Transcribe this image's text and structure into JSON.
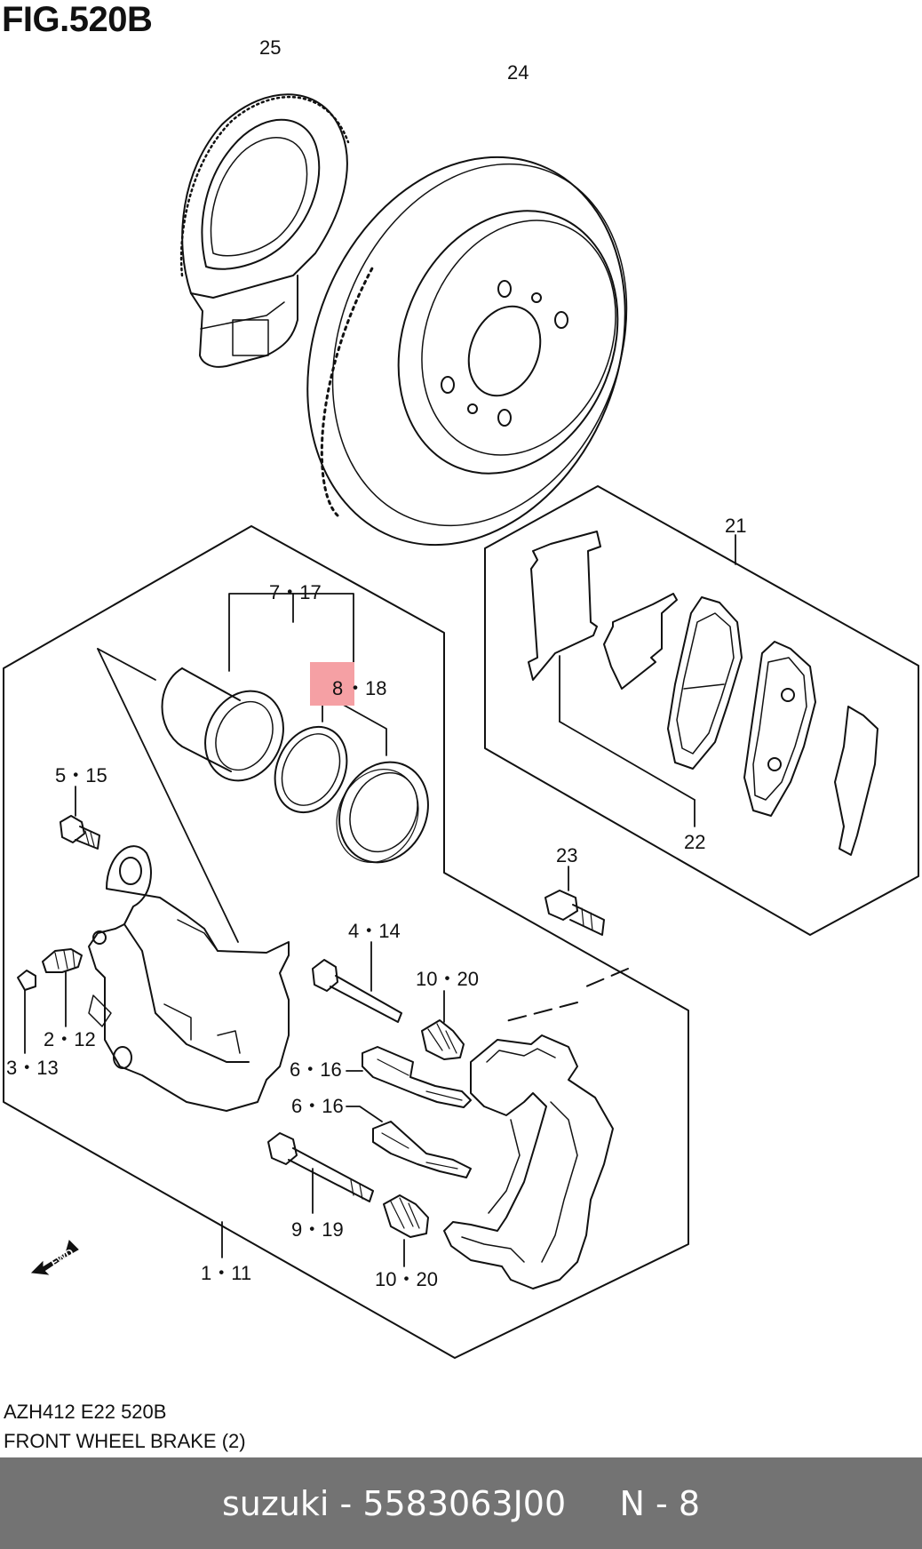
{
  "figure": {
    "title": "FIG.520B",
    "code": "AZH412 E22 520B",
    "name": "FRONT WHEEL BRAKE (2)"
  },
  "callouts": {
    "c25": "25",
    "c24": "24",
    "c21": "21",
    "c7_17": "7・17",
    "c8_18_a": "8",
    "c8_18_b": "・18",
    "c5_15": "5・15",
    "c23": "23",
    "c22": "22",
    "c4_14": "4・14",
    "c10_20_a": "10・20",
    "c2_12": "2・12",
    "c3_13": "3・13",
    "c6_16_a": "6・16",
    "c6_16_b": "6・16",
    "c9_19": "9・19",
    "c1_11": "1・11",
    "c10_20_b": "10・20"
  },
  "icons": {
    "fwd": "fwd-arrow-icon",
    "fwd_label": "FWD"
  },
  "highlight_color": "#f5a0a4",
  "footer": {
    "text": "suzuki - 5583063J00     N - 8",
    "background": "#737373"
  }
}
